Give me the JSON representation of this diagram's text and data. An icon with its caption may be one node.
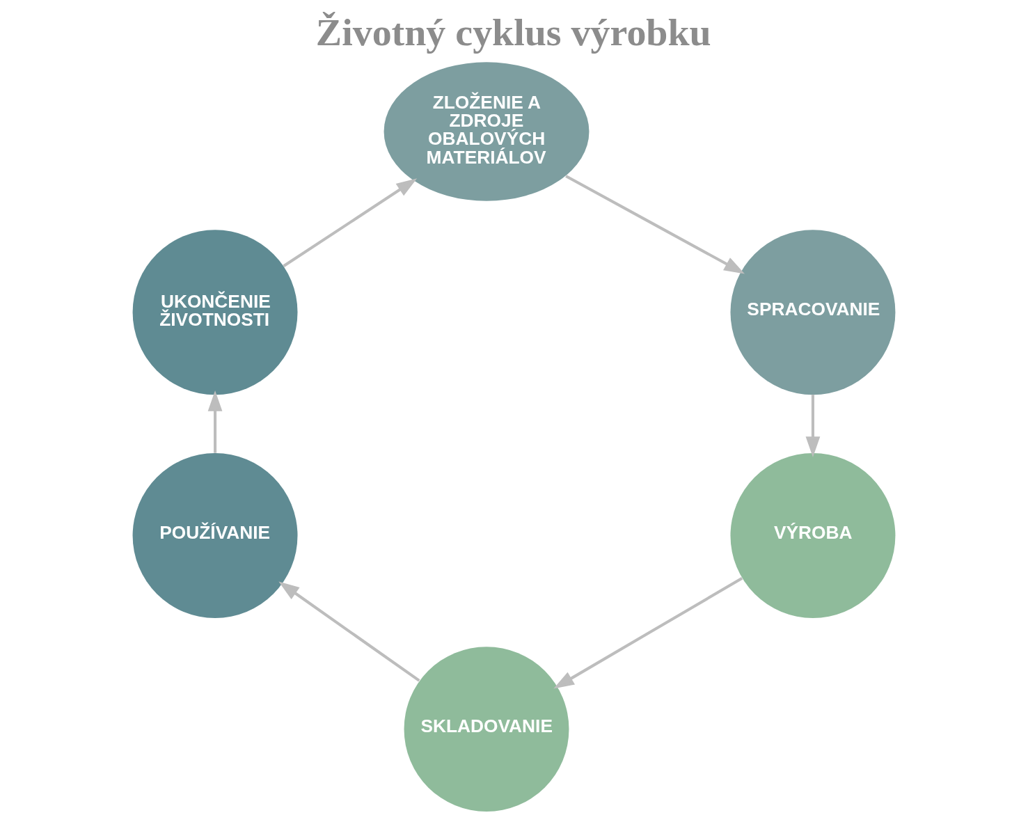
{
  "diagram": {
    "title": "Životný cyklus výrobku",
    "nodes": [
      {
        "text": [
          "ZLOŽENIE A ZDROJE OBALOVÝCH MATERIÁLOV"
        ]
      },
      {
        "text": [
          "SPRACOVANIE"
        ]
      },
      {
        "text": [
          "VÝROBA"
        ]
      },
      {
        "text": [
          "SKLADOVANIE"
        ]
      },
      {
        "text": [
          "POUŽÍVANIE"
        ]
      },
      {
        "text": [
          "UKONČENIE ŽIVOTNOSTI"
        ]
      }
    ],
    "edges": [
      {
        "from": 0,
        "to": 1,
        "arrow": "to"
      },
      {
        "from": 1,
        "to": 2,
        "arrow": "to"
      },
      {
        "from": 2,
        "to": 3,
        "arrow": "to"
      },
      {
        "from": 3,
        "to": 4,
        "arrow": "to"
      },
      {
        "from": 4,
        "to": 5,
        "arrow": "to"
      },
      {
        "from": 5,
        "to": 0,
        "arrow": "to"
      }
    ]
  }
}
